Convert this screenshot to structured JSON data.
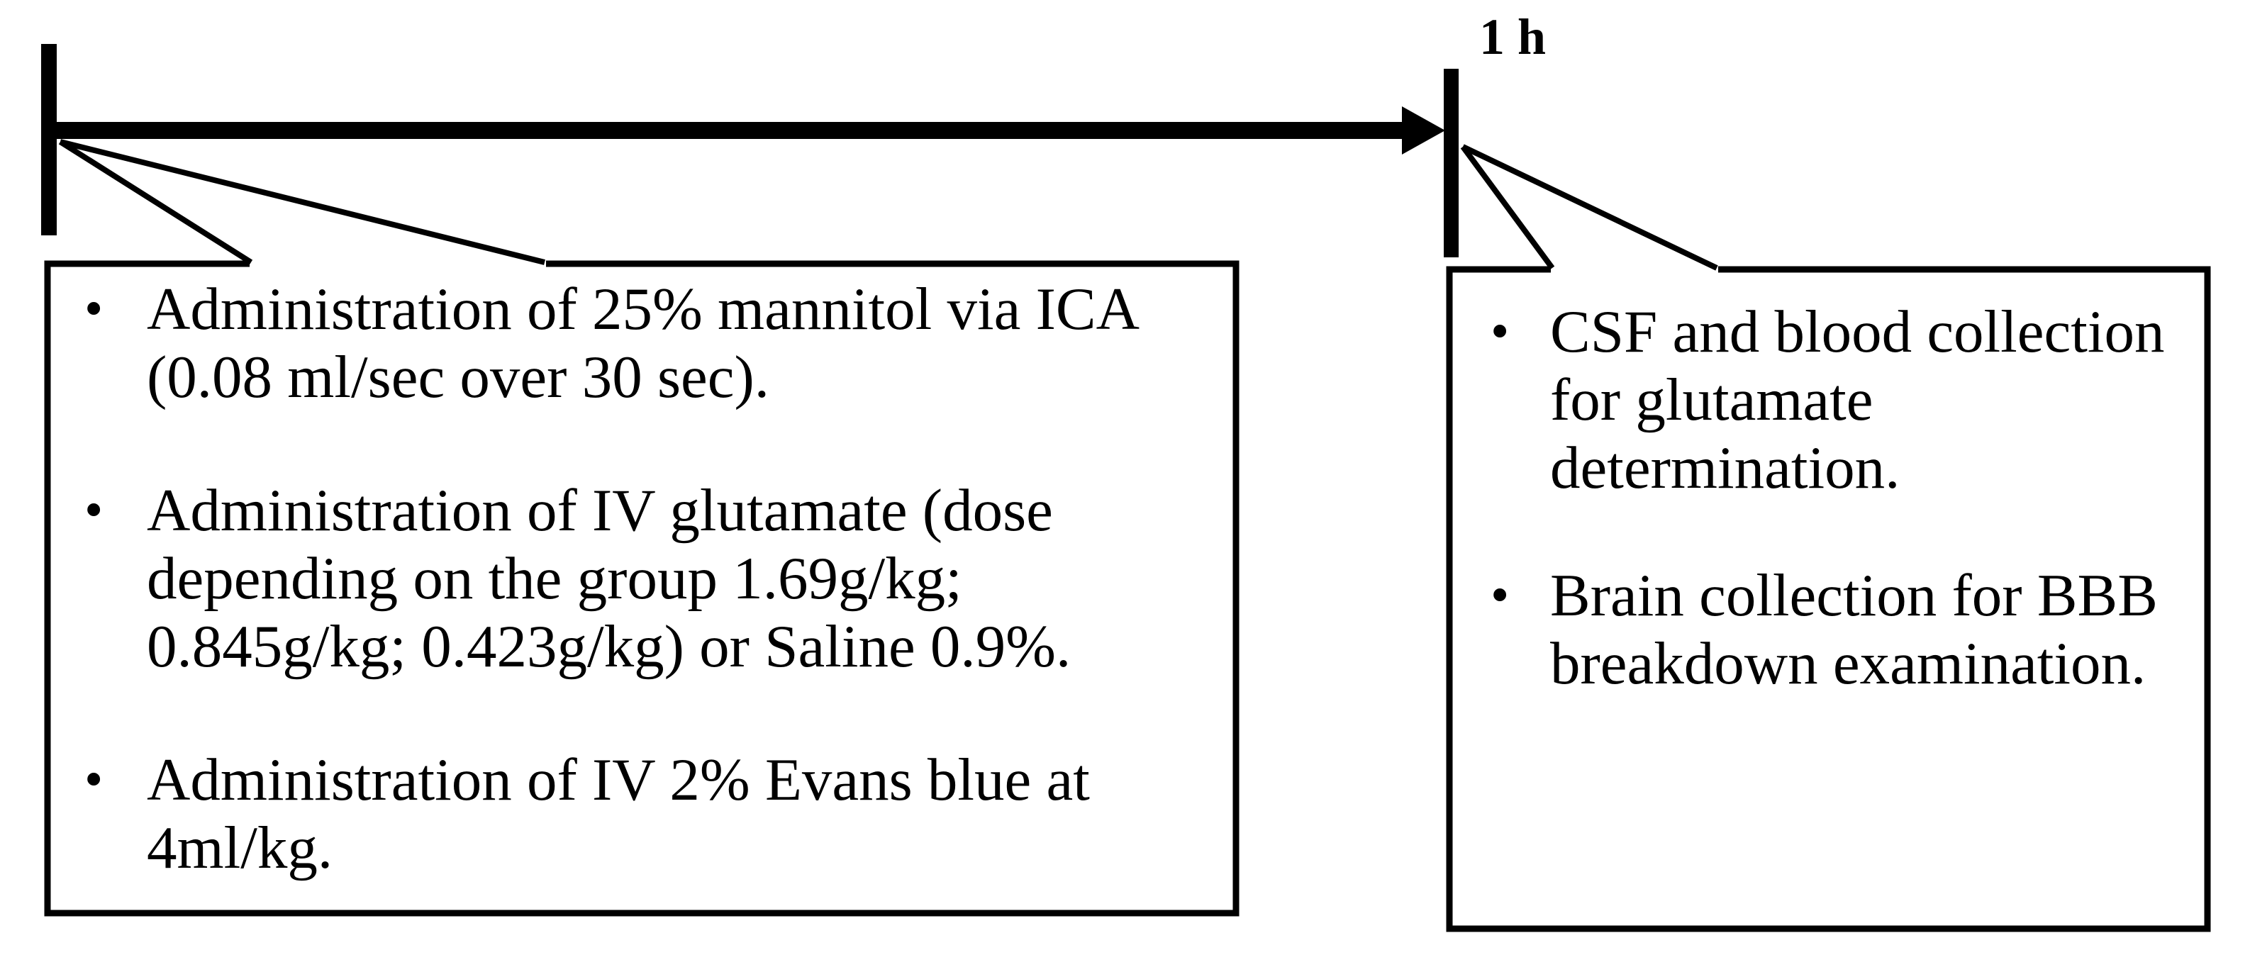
{
  "figure": {
    "glyphs": {
      "bullet": "•"
    },
    "timeline": {
      "end_time_label": "1 h"
    },
    "left_box": {
      "bullets": [
        {
          "lines": [
            "Administration of 25% mannitol via ICA",
            "(0.08 ml/sec over 30 sec)."
          ]
        },
        {
          "lines": [
            "Administration of IV glutamate (dose",
            "depending on the group 1.69g/kg;",
            "0.845g/kg; 0.423g/kg) or Saline 0.9%."
          ]
        },
        {
          "lines": [
            "Administration of IV 2% Evans blue at",
            "4ml/kg."
          ]
        }
      ]
    },
    "right_box": {
      "bullets": [
        {
          "lines": [
            "CSF and blood collection",
            "for glutamate",
            "determination."
          ]
        },
        {
          "lines": [
            "Brain collection for BBB",
            "breakdown examination."
          ]
        }
      ]
    },
    "colors": {
      "ink": "#000000",
      "background": "#ffffff"
    }
  }
}
